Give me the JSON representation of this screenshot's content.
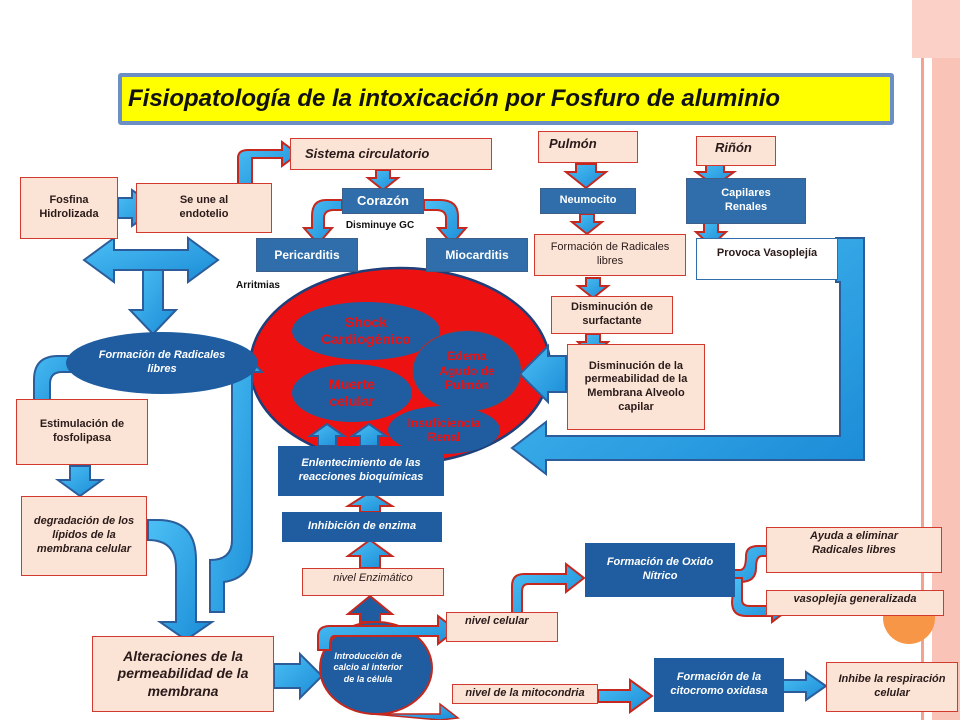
{
  "title": "Fisiopatología de la intoxicación por Fosfuro de aluminio",
  "sections": {
    "circulatory": "Sistema circulatorio",
    "lung": "Pulmón",
    "kidney": "Riñón"
  },
  "nodes": {
    "fosfina": "Fosfina Hidrolizada",
    "endotelio": "Se une al endotelio",
    "corazon": "Corazón",
    "disminuye_gc": "Disminuye GC",
    "pericarditis": "Pericarditis",
    "miocarditis": "Miocarditis",
    "arritmias": "Arritmias",
    "radicales_left": "Formación de Radicales libres",
    "fosfolipasa": "Estimulación de fosfolipasa",
    "degradacion": "degradación de los lípidos de la membrana celular",
    "alteraciones": "Alteraciones de la permeabilidad de la membrana",
    "calcio": "Introducción de calcio al interior de la célula",
    "nivel_enzimatico": "nivel Enzimático",
    "inhibicion": "Inhibición de enzima",
    "enlentecimiento": "Enlentecimiento de las reacciones bioquímicas",
    "nivel_celular": "nivel celular",
    "nivel_mito": "nivel de la mitocondria",
    "oxido_nitrico": "Formación de Oxido Nítrico",
    "ayuda": "Ayuda a eliminar Radicales libres",
    "vasoplejia_gen": "vasoplejía generalizada",
    "citocromo": "Formación de la citocromo oxidasa",
    "inhibe_resp": "Inhibe la respiración celular",
    "neumocito": "Neumocito",
    "radicales_lung": "Formación de Radicales libres",
    "surfactante": "Disminución de surfactante",
    "permeabilidad": "Disminución de la permeabilidad de la Membrana Alveolo capilar",
    "capilares": "Capilares Renales",
    "vasoplejia": "Provoca Vasoplejía"
  },
  "central": {
    "shock": "Shock Cardiogénico",
    "edema": "Edema Agudo de Pulmón",
    "muerte": "Muerte celular",
    "insuficiencia": "Insuficiencia Renal"
  },
  "colors": {
    "title_fill": "#ffff00",
    "title_border": "#6b8ec4",
    "box_fill": "#fbe4d5",
    "box_border": "#d23a30",
    "blue_box": "#2f6eaa",
    "arrow_fill": "#29a3e8",
    "circle_red": "#ee1111",
    "oval_blue": "#1f5da0",
    "accent_stripe": "#f7a99b",
    "orange_dot": "#f79646"
  },
  "icons": [
    "arrow-shape",
    "decorative-circle"
  ]
}
